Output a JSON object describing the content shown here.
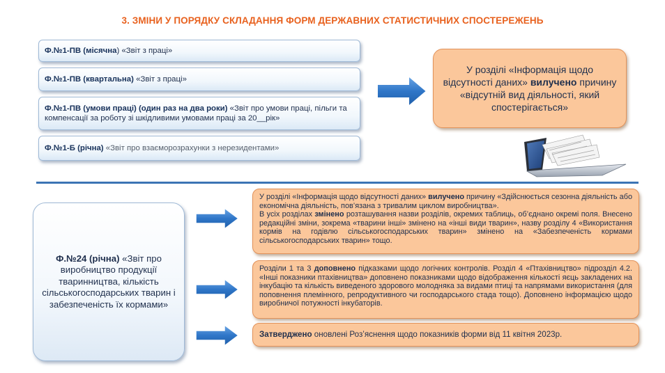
{
  "title": "3. ЗМІНИ У ПОРЯДКУ СКЛАДАННЯ ФОРМ ДЕРЖАВНИХ СТАТИСТИЧНИХ СПОСТЕРЕЖЕНЬ",
  "forms": [
    {
      "code": "Ф.№1-ПВ (місячна",
      "suffix": ")",
      "name": " «Звіт з праці»"
    },
    {
      "code": "Ф.№1-ПВ (квартальна)",
      "suffix": "",
      "name": " «Звіт з праці»"
    },
    {
      "code": "Ф.№1-ПВ (умови праці) (один раз на два роки)",
      "suffix": "",
      "name": " «Звіт про умови праці, пільги та компенсації за роботу зі шкідливими умовами праці за 20__рік»"
    },
    {
      "code": "Ф.№1-Б (річна)",
      "suffix": "",
      "name": " «Звіт про взаєморозрахунки з нерезидентами»"
    }
  ],
  "top_note": {
    "part1": "У  розділі «Інформація щодо відсутності даних» ",
    "bold": "вилучено",
    "part2": " причину «відсутній вид діяльності, який спостерігається»"
  },
  "f24": {
    "code": "Ф.№24 (річна)",
    "name": " «Звіт про виробництво продукції тваринництва, кількість сільськогосподарських тварин і забезпеченість їх кормами»"
  },
  "note1": {
    "p1_a": "У  розділі «Інформація щодо відсутності даних» ",
    "p1_bold": "вилучено",
    "p1_b": " причину «Здійснюється сезонна діяльність або економічна діяльність, пов’язана з тривалим циклом виробництва».",
    "p2_a": "В усіх розділах ",
    "p2_bold": "змінено",
    "p2_b": " розташування назви розділів, окремих таблиць, об’єднано окремі поля. Внесено редакційні зміни, зокрема «тварини інші» змінено на «інші види тварин», назву розділу 4 «Використання кормів  на годівлю сільськогосподарських тварин» змінено на «Забезпеченість кормами сільськогосподарських тварин» тощо."
  },
  "note2": {
    "a": "Розділи 1 та 3 ",
    "bold": "доповнено",
    "b": " підказками щодо  логічних контролів. Розділ 4 «Птахівництво» підрозділ 4.2. «Інші показники птахівництва» доповнено показниками щодо відображення кількості яєць закладених на інкубацію та кількість виведеного здорового молодняка за видами птиці та напрямами використання (для поповнення племінного, репродуктивного чи господарського стада тощо). Доповнено інформацією щодо виробничої потужності інкубаторів."
  },
  "note3": {
    "bold": "Затверджено",
    "b": " оновлені Роз’яснення щодо показників форми  від 11 квітня 2023р."
  },
  "colors": {
    "title": "#e8611e",
    "accent_blue": "#3c74b4",
    "orange_fill": "#fbc79b",
    "text_dark": "#1f2f4d"
  },
  "icons": {
    "arrow": "right-arrow-icon",
    "laptop": "laptop-documents-icon"
  }
}
